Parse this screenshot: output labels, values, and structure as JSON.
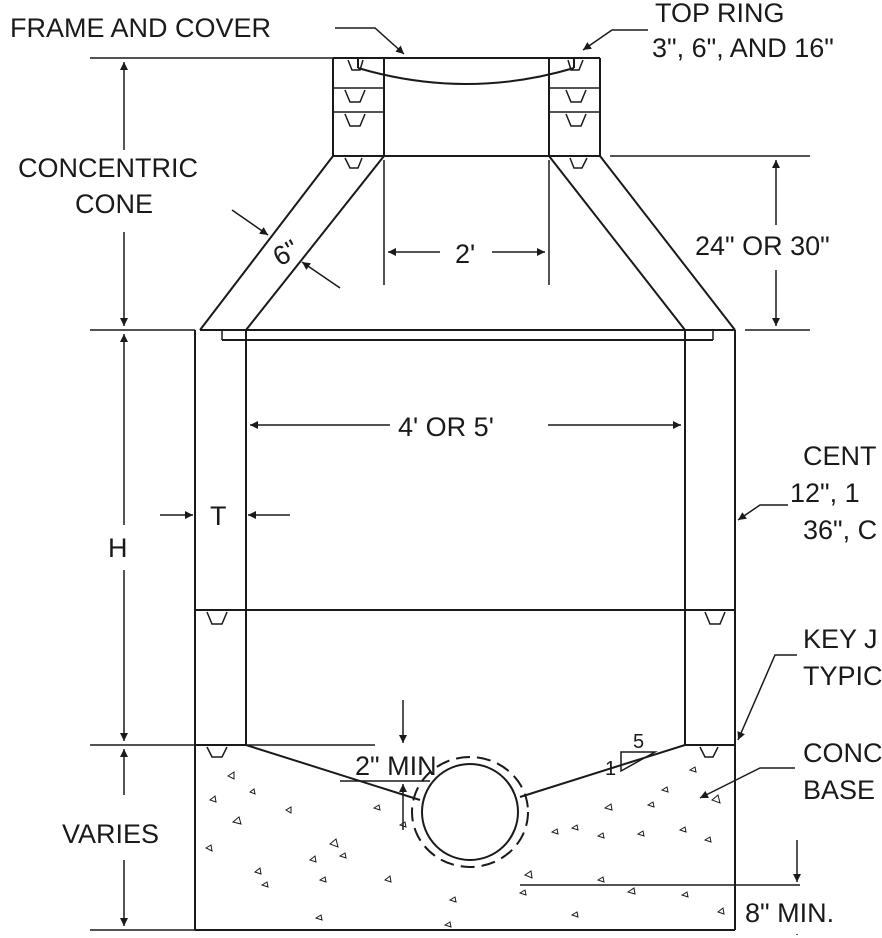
{
  "labels": {
    "frame_and_cover": "FRAME AND COVER",
    "top_ring": "TOP RING",
    "top_ring_sizes": "3\", 6\", AND 16\"",
    "concentric": "CONCENTRIC",
    "cone": "CONE",
    "cone_thickness": "6\"",
    "opening_width": "2'",
    "cone_height": "24\" OR 30\"",
    "inside_diameter": "4' OR 5'",
    "center_section_1": "CENT",
    "center_section_2": "12\", 1",
    "center_section_3": "36\", C",
    "height": "H",
    "wall_thickness": "T",
    "key_joint_1": "KEY J",
    "key_joint_2": "TYPIC",
    "base_1": "CONC",
    "base_2": "BASE",
    "min_fill": "2\" MIN",
    "slope_rise": "1",
    "slope_run": "5",
    "varies": "VARIES",
    "base_min": "8\" MIN."
  }
}
